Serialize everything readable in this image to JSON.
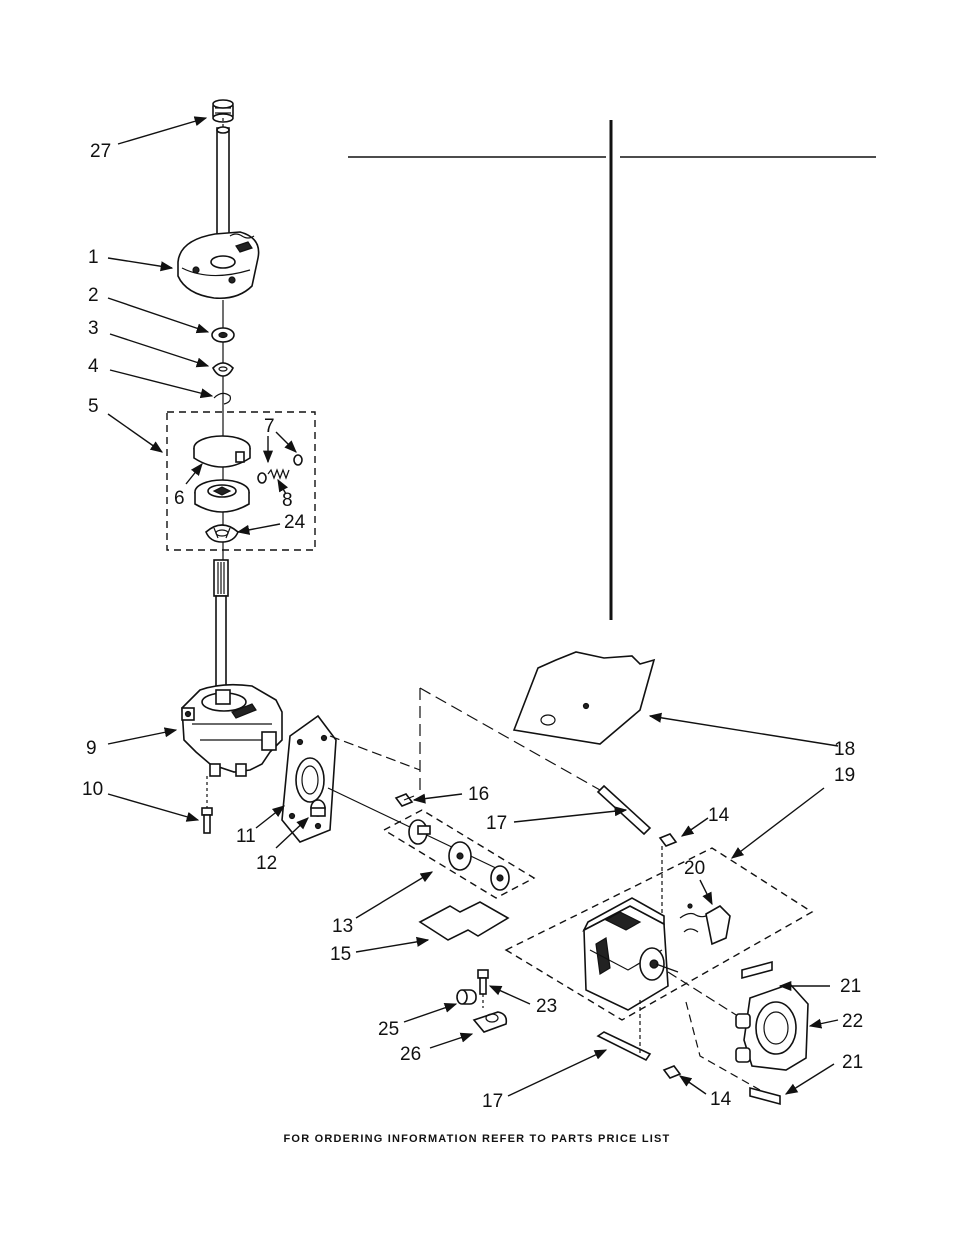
{
  "footer_note": "FOR ORDERING INFORMATION REFER TO PARTS PRICE LIST",
  "callouts": [
    "1",
    "2",
    "3",
    "4",
    "5",
    "6",
    "7",
    "8",
    "9",
    "10",
    "11",
    "12",
    "13",
    "14",
    "15",
    "16",
    "17",
    "18",
    "19",
    "20",
    "21",
    "22",
    "23",
    "24",
    "25",
    "26",
    "27"
  ]
}
